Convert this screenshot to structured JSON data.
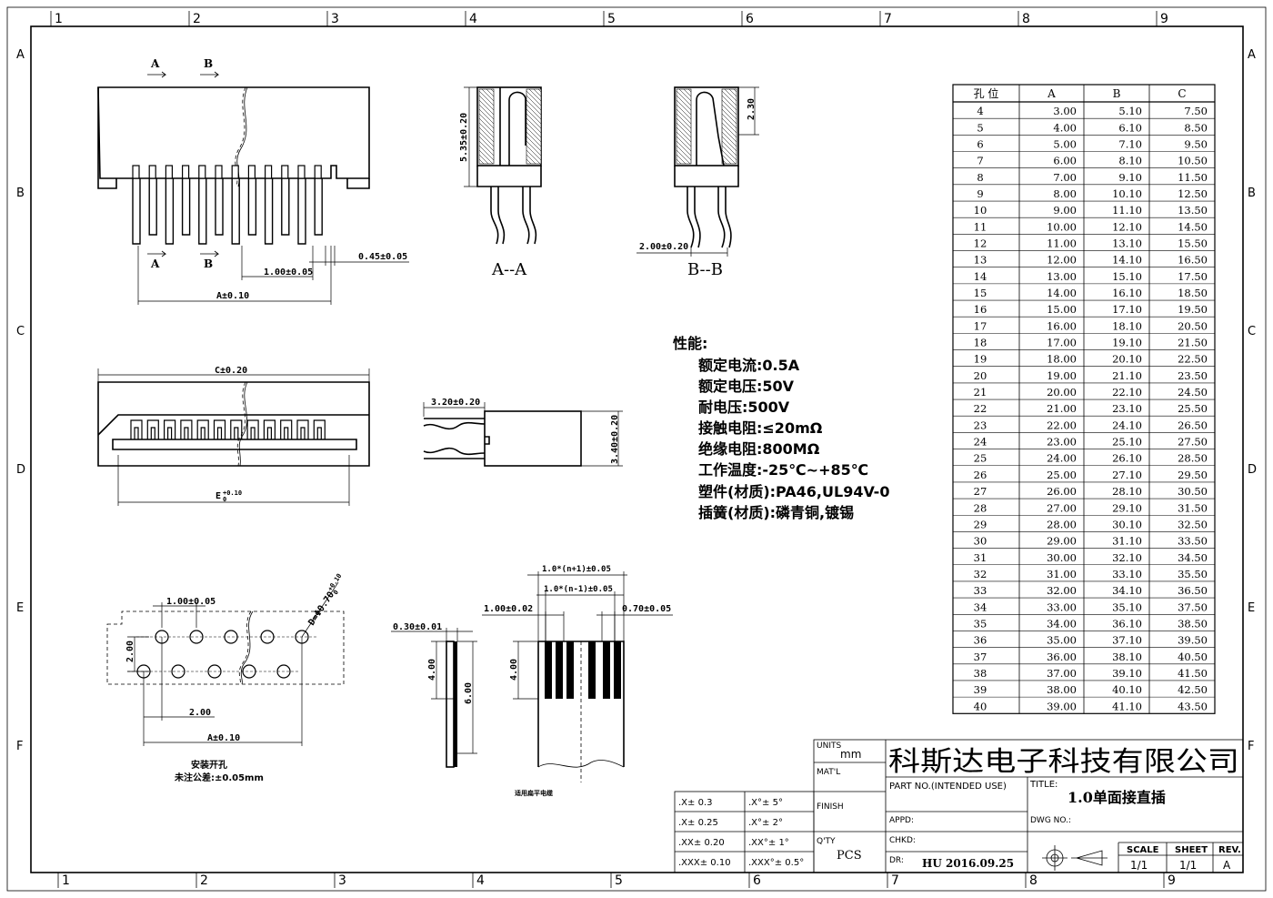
{
  "frame": {
    "top_cols": [
      "1",
      "2",
      "3",
      "4",
      "5",
      "6",
      "7",
      "8",
      "9"
    ],
    "bottom_cols": [
      "1",
      "2",
      "3",
      "4",
      "5",
      "6",
      "7",
      "8",
      "9"
    ],
    "rows": [
      "A",
      "B",
      "C",
      "D",
      "E",
      "F"
    ]
  },
  "views": {
    "section_a": "A",
    "section_b": "B",
    "section_a_title": "A--A",
    "section_b_title": "B--B",
    "dim_pin_width": "0.45±0.05",
    "dim_pitch": "1.00±0.05",
    "dim_a": "A±0.10",
    "dim_c": "C±0.20",
    "dim_e": "E",
    "dim_e_tol": "+0.10",
    "dim_e_tol2": "0",
    "dim_535": "5.35±0.20",
    "dim_230": "2.30",
    "dim_200": "2.00±0.20",
    "dim_320": "3.20±0.20",
    "dim_340": "3.40±0.20",
    "dim_pcb_pitch": "1.00±0.05",
    "dim_pcb_200v": "2.00",
    "dim_pcb_200h": "2.00",
    "dim_pcb_a": "A±0.10",
    "dim_hole": "D=Φ0.70",
    "dim_hole_tol": "+0.10",
    "dim_hole_tol2": "0",
    "pcb_title": "安装开孔",
    "pcb_note": "未注公差:±0.05mm",
    "fpc_030": "0.30±0.01",
    "fpc_400": "4.00",
    "fpc_600": "6.00",
    "fpc_n1": "1.0*(n+1)±0.05",
    "fpc_n_1": "1.0*(n-1)±0.05",
    "fpc_100": "1.00±0.02",
    "fpc_070": "0.70±0.05",
    "fpc_400b": "4.00",
    "fpc_note": "适用扁平电缆"
  },
  "spec": {
    "title": "性能:",
    "lines": [
      "额定电流:0.5A",
      "额定电压:50V",
      "耐电压:500V",
      "接触电阻:≤20mΩ",
      "绝缘电阻:800MΩ",
      "工作温度:-25℃~+85℃",
      "塑件(材质):PA46,UL94V-0",
      "插簧(材质):磷青铜,镀锡"
    ]
  },
  "table": {
    "headers": [
      "孔 位",
      "A",
      "B",
      "C"
    ],
    "rows": [
      [
        "4",
        "3.00",
        "5.10",
        "7.50"
      ],
      [
        "5",
        "4.00",
        "6.10",
        "8.50"
      ],
      [
        "6",
        "5.00",
        "7.10",
        "9.50"
      ],
      [
        "7",
        "6.00",
        "8.10",
        "10.50"
      ],
      [
        "8",
        "7.00",
        "9.10",
        "11.50"
      ],
      [
        "9",
        "8.00",
        "10.10",
        "12.50"
      ],
      [
        "10",
        "9.00",
        "11.10",
        "13.50"
      ],
      [
        "11",
        "10.00",
        "12.10",
        "14.50"
      ],
      [
        "12",
        "11.00",
        "13.10",
        "15.50"
      ],
      [
        "13",
        "12.00",
        "14.10",
        "16.50"
      ],
      [
        "14",
        "13.00",
        "15.10",
        "17.50"
      ],
      [
        "15",
        "14.00",
        "16.10",
        "18.50"
      ],
      [
        "16",
        "15.00",
        "17.10",
        "19.50"
      ],
      [
        "17",
        "16.00",
        "18.10",
        "20.50"
      ],
      [
        "18",
        "17.00",
        "19.10",
        "21.50"
      ],
      [
        "19",
        "18.00",
        "20.10",
        "22.50"
      ],
      [
        "20",
        "19.00",
        "21.10",
        "23.50"
      ],
      [
        "21",
        "20.00",
        "22.10",
        "24.50"
      ],
      [
        "22",
        "21.00",
        "23.10",
        "25.50"
      ],
      [
        "23",
        "22.00",
        "24.10",
        "26.50"
      ],
      [
        "24",
        "23.00",
        "25.10",
        "27.50"
      ],
      [
        "25",
        "24.00",
        "26.10",
        "28.50"
      ],
      [
        "26",
        "25.00",
        "27.10",
        "29.50"
      ],
      [
        "27",
        "26.00",
        "28.10",
        "30.50"
      ],
      [
        "28",
        "27.00",
        "29.10",
        "31.50"
      ],
      [
        "29",
        "28.00",
        "30.10",
        "32.50"
      ],
      [
        "30",
        "29.00",
        "31.10",
        "33.50"
      ],
      [
        "31",
        "30.00",
        "32.10",
        "34.50"
      ],
      [
        "32",
        "31.00",
        "33.10",
        "35.50"
      ],
      [
        "33",
        "32.00",
        "34.10",
        "36.50"
      ],
      [
        "34",
        "33.00",
        "35.10",
        "37.50"
      ],
      [
        "35",
        "34.00",
        "36.10",
        "38.50"
      ],
      [
        "36",
        "35.00",
        "37.10",
        "39.50"
      ],
      [
        "37",
        "36.00",
        "38.10",
        "40.50"
      ],
      [
        "38",
        "37.00",
        "39.10",
        "41.50"
      ],
      [
        "39",
        "38.00",
        "40.10",
        "42.50"
      ],
      [
        "40",
        "39.00",
        "41.10",
        "43.50"
      ]
    ]
  },
  "tolerance": [
    [
      ".X± 0.3",
      ".X°± 5°"
    ],
    [
      ".X± 0.25",
      ".X°± 2°"
    ],
    [
      ".XX± 0.20",
      ".XX°± 1°"
    ],
    [
      ".XXX± 0.10",
      ".XXX°± 0.5°"
    ]
  ],
  "titleblock": {
    "units_label": "UNITS",
    "units_value": "mm",
    "matl_label": "MAT'L",
    "finish_label": "FINISH",
    "qty_label": "Q'TY",
    "qty_value": "PCS",
    "company": "科斯达电子科技有限公司",
    "partno_label": "PART NO.(INTENDED USE)",
    "title_label": "TITLE:",
    "title_value": "1.0单面接直插",
    "appd_label": "APPD:",
    "dwg_label": "DWG NO.:",
    "chkd_label": "CHKD:",
    "dr_label": "DR:",
    "dr_value": "HU 2016.09.25",
    "scale_label": "SCALE",
    "scale_value": "1/1",
    "sheet_label": "SHEET",
    "sheet_value": "1/1",
    "rev_label": "REV.",
    "rev_value": "A"
  }
}
